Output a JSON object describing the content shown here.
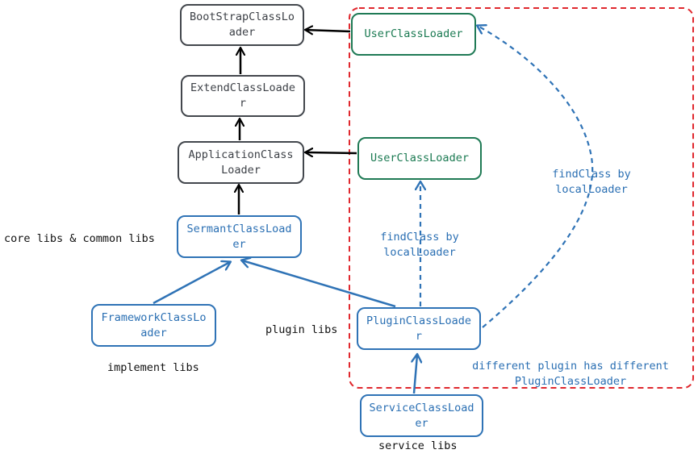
{
  "nodes": {
    "bootstrap": "BootStrapClassLo\nader",
    "extend": "ExtendClassLoade\nr",
    "application": "ApplicationClass\nLoader",
    "sermant": "SermantClassLoad\ner",
    "framework": "FrameworkClassLo\nader",
    "user_top": "UserClassLoader",
    "user_mid": "UserClassLoader",
    "plugin": "PluginClassLoade\nr",
    "service": "ServiceClassLoad\ner"
  },
  "labels": {
    "core_libs": "core libs & common libs",
    "implement_libs": "implement libs",
    "plugin_libs": "plugin libs",
    "service_libs": "service libs",
    "find_class_left": "findClass by\nlocalLoader",
    "find_class_right": "findClass by\nlocalLoader",
    "different_plugin": "different plugin has different\nPluginClassLoader"
  },
  "colors": {
    "gray": "#43474d",
    "green": "#1f7a55",
    "blue": "#2f73b6",
    "red_dashed": "#e0282e",
    "arrow_black": "#000000"
  }
}
